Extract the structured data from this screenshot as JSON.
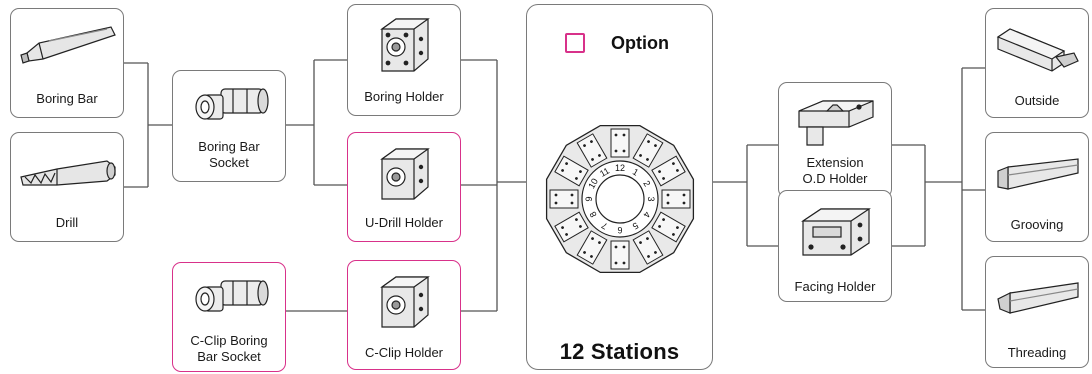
{
  "legend": {
    "option_label": "Option",
    "option_color": "#d8318a"
  },
  "colors": {
    "border": "#7a7a7a",
    "option_border": "#d8318a",
    "line": "#555555"
  },
  "turret": {
    "title": "12 Stations",
    "numbers": [
      "1",
      "2",
      "3",
      "4",
      "5",
      "6",
      "7",
      "8",
      "9",
      "10",
      "11",
      "12"
    ]
  },
  "cards": {
    "boring_bar": {
      "label": "Boring Bar",
      "icon": "boring-bar-icon",
      "optional": false
    },
    "drill": {
      "label": "Drill",
      "icon": "drill-icon",
      "optional": false
    },
    "boring_bar_socket": {
      "label": "Boring Bar\nSocket",
      "icon": "socket-icon",
      "optional": false
    },
    "cclip_boring_bar_socket": {
      "label": "C-Clip Boring\nBar Socket",
      "icon": "socket-icon",
      "optional": true
    },
    "boring_holder": {
      "label": "Boring Holder",
      "icon": "holder-block-icon",
      "optional": false
    },
    "udrill_holder": {
      "label": "U-Drill Holder",
      "icon": "holder-block-icon",
      "optional": true
    },
    "cclip_holder": {
      "label": "C-Clip Holder",
      "icon": "holder-block-icon",
      "optional": true
    },
    "extension_od_holder": {
      "label": "Extension\nO.D Holder",
      "icon": "extension-holder-icon",
      "optional": false
    },
    "facing_holder": {
      "label": "Facing Holder",
      "icon": "facing-holder-icon",
      "optional": false
    },
    "outside": {
      "label": "Outside",
      "icon": "outside-tool-icon",
      "optional": false
    },
    "grooving": {
      "label": "Grooving",
      "icon": "grooving-tool-icon",
      "optional": false
    },
    "threading": {
      "label": "Threading",
      "icon": "threading-tool-icon",
      "optional": false
    }
  }
}
